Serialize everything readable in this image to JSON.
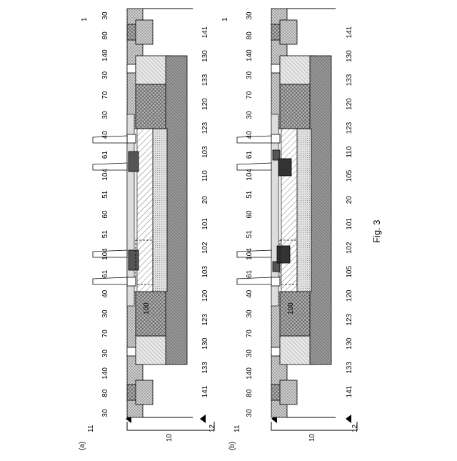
{
  "figure": {
    "caption": "Fig. 3",
    "panels": [
      {
        "panel_label": "(a)",
        "ref_device": "1",
        "ref_11": "11",
        "ref_12": "12",
        "ref_10": "10",
        "ref_100": "100",
        "top_labels": [
          "30",
          "80",
          "140",
          "30",
          "70",
          "30",
          "40",
          "61",
          "104",
          "51",
          "60",
          "51",
          "104",
          "61",
          "40",
          "30",
          "70",
          "30",
          "140",
          "80",
          "30"
        ],
        "bottom_labels": [
          "141",
          "133",
          "130",
          "123",
          "120",
          "103",
          "102",
          "101",
          "20",
          "110",
          "103",
          "123",
          "120",
          "133",
          "130",
          "141"
        ],
        "line_labels": [
          "110",
          "20",
          "101"
        ]
      },
      {
        "panel_label": "(b)",
        "ref_device": "1",
        "ref_11": "11",
        "ref_12": "12",
        "ref_10": "10",
        "ref_100": "100",
        "top_labels": [
          "30",
          "80",
          "140",
          "30",
          "70",
          "30",
          "40",
          "61",
          "104",
          "51",
          "60",
          "51",
          "104",
          "61",
          "40",
          "30",
          "70",
          "30",
          "140",
          "80",
          "30"
        ],
        "bottom_labels": [
          "141",
          "133",
          "130",
          "123",
          "120",
          "105",
          "102",
          "101",
          "20",
          "105",
          "110",
          "123",
          "120",
          "133",
          "130",
          "141"
        ],
        "line_labels": [
          "110",
          "105",
          "20",
          "101"
        ]
      }
    ]
  }
}
